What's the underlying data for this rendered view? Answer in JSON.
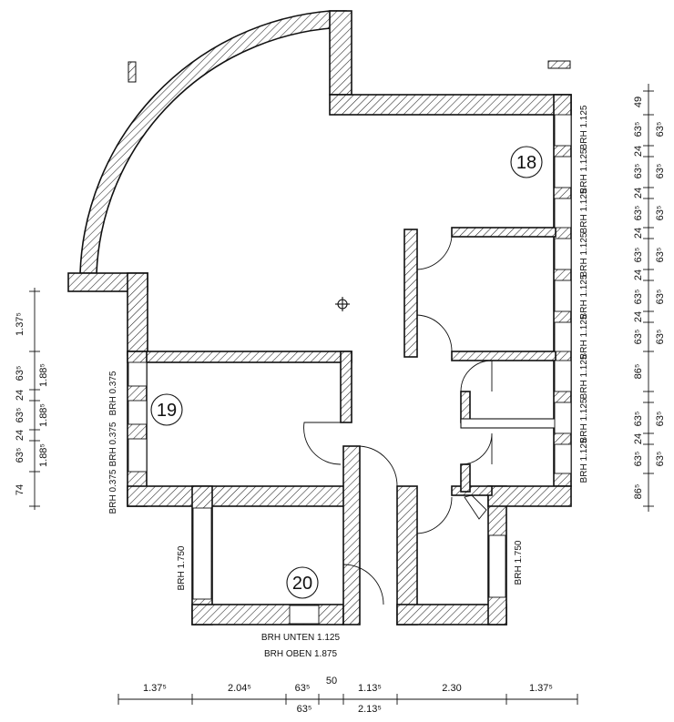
{
  "rooms": [
    {
      "id": "18"
    },
    {
      "id": "19"
    },
    {
      "id": "20"
    }
  ],
  "window_notes": {
    "left_brh": [
      "BRH 0.375",
      "BRH 0.375",
      "BRH 0.375"
    ],
    "right_brh": [
      "BRH 1.125",
      "BRH 1.125",
      "BRH 1.125",
      "BRH 1.125",
      "BRH 1.125",
      "BRH 1.125",
      "BRH 1.125",
      "BRH 1.125",
      "BRH 1.125"
    ],
    "room20_side": "BRH 1.750",
    "right_lower": "BRH 1.750",
    "bottom_lines": [
      "BRH UNTEN 1.125",
      "BRH OBEN 1.875"
    ]
  },
  "dimensions": {
    "bottom_top": [
      "1.37⁵",
      "2.04⁵",
      "63⁵",
      "50",
      "1.13⁵",
      "2.30",
      "1.37⁵"
    ],
    "bottom_sub": [
      "63⁵",
      "2.13⁵"
    ],
    "left_col_a": [
      "74",
      "63⁵",
      "24",
      "63⁵",
      "24",
      "63⁵",
      "1.37⁵"
    ],
    "left_col_b": [
      "1.88⁵",
      "1.88⁵",
      "1.88⁵"
    ],
    "right_col_a": [
      "86⁵",
      "63⁵",
      "24",
      "63⁵",
      "86⁵",
      "63⁵",
      "24",
      "63⁵",
      "24",
      "63⁵",
      "24",
      "63⁵",
      "24",
      "63⁵",
      "24",
      "63⁵",
      "49"
    ],
    "right_col_b": [
      "63⁵",
      "63⁵",
      "63⁵",
      "63⁵",
      "63⁵",
      "63⁵",
      "63⁵",
      "63⁵"
    ]
  }
}
